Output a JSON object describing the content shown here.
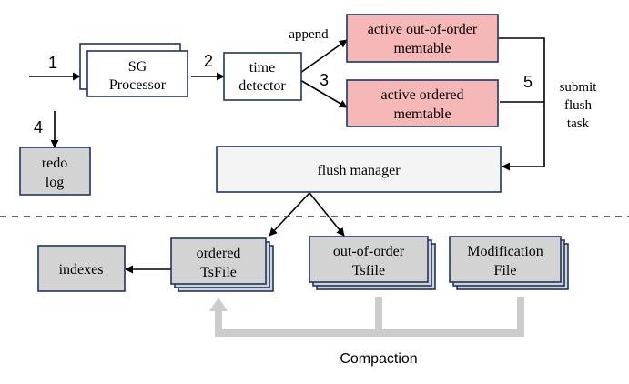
{
  "nodes": {
    "sg_processor": {
      "line1": "SG",
      "line2": "Processor"
    },
    "time_detector": {
      "line1": "time",
      "line2": "detector"
    },
    "active_out_of_order": {
      "line1": "active out-of-order",
      "line2": "memtable"
    },
    "active_ordered": {
      "line1": "active ordered",
      "line2": "memtable"
    },
    "redo_log": {
      "line1": "redo",
      "line2": "log"
    },
    "flush_manager": {
      "label": "flush manager"
    },
    "indexes": {
      "label": "indexes"
    },
    "ordered_tsfile": {
      "line1": "ordered",
      "line2": "TsFile"
    },
    "out_of_order_tsfile": {
      "line1": "out-of-order",
      "line2": "Tsfile"
    },
    "modification_file": {
      "line1": "Modification",
      "line2": "File"
    }
  },
  "step_labels": {
    "s1": "1",
    "s2": "2",
    "s3": "3",
    "s4": "4",
    "s5": "5"
  },
  "edge_labels": {
    "append": "append",
    "submit_line1": "submit",
    "submit_line2": "flush",
    "submit_line3": "task"
  },
  "compaction": {
    "label": "Compaction"
  },
  "colors": {
    "box_border": "#1f3564",
    "memtable_fill": "#f6b7b7",
    "storage_fill": "#d3d3d3",
    "flush_manager_fill": "#f4f4f4",
    "compaction_arrow": "#cccccc"
  }
}
